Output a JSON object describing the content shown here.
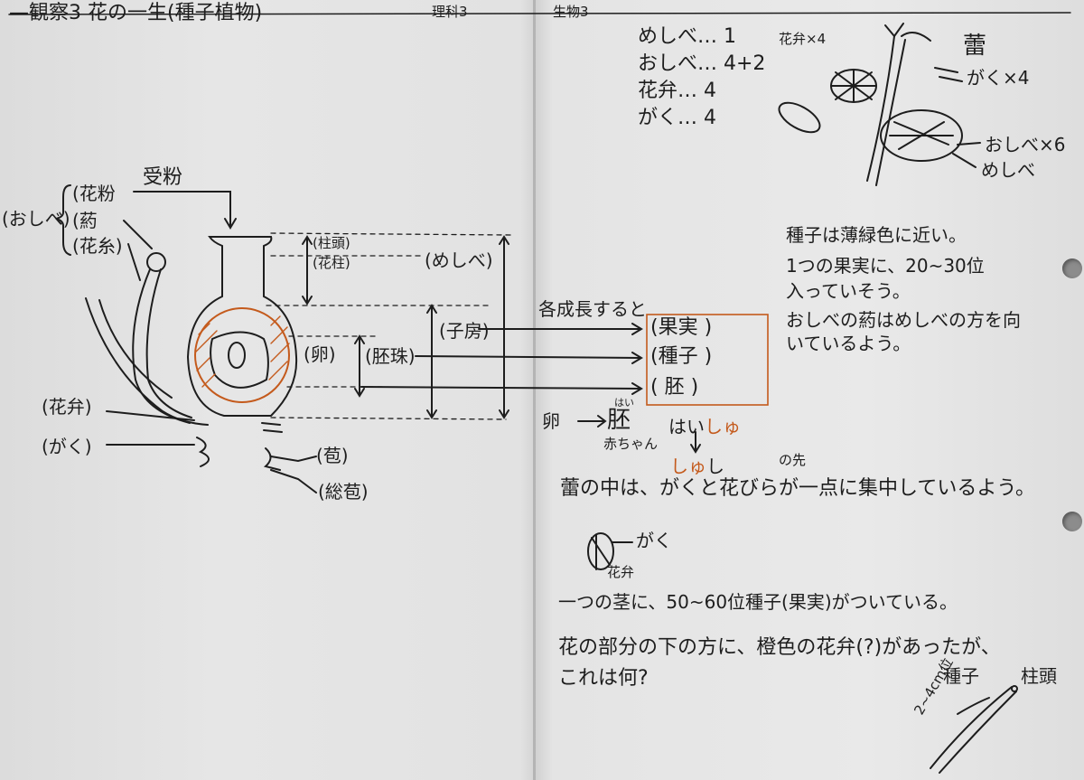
{
  "header": {
    "title": "—観察3 花の一生(種子植物)",
    "subject": "理科3",
    "field": "生物3"
  },
  "diagram": {
    "pollination": "受粉",
    "stamen": "(おしべ)",
    "pollen": "(花粉",
    "anther": "(葯",
    "filament": "(花糸)",
    "stigma": "(柱頭)",
    "style": "(花柱)",
    "pistil": "(めしべ)",
    "ovary": "(子房)",
    "egg": "(卵)",
    "ovule": "(胚珠)",
    "petal": "(花弁)",
    "sepal": "(がく)",
    "bract": "(苞)",
    "involucre": "(総苞)",
    "grows": "各成長すると",
    "fruit": "(果実 )",
    "seed": "(種子 )",
    "embryo": "( 胚 )",
    "egg_to": "卵",
    "embryo_big": "胚",
    "hai_ruby": "はい",
    "baby": "赤ちゃん",
    "haishu_a": "はい",
    "haishu_b": "しゅ",
    "shushi_a": "しゅ",
    "shushi_b": "し"
  },
  "counts": {
    "pistil": "めしべ… 1",
    "stamen": "おしべ… 4+2",
    "petal": "花弁… 4",
    "sepal": "がく… 4"
  },
  "sketch": {
    "petals_label": "花弁×4",
    "bud": "蕾",
    "sepal_label": "がく×4",
    "stamen_label": "おしべ×6",
    "pistil_label": "めしべ"
  },
  "notes": {
    "line1": "種子は薄緑色に近い。",
    "line2": "1つの果実に、20~30位",
    "line3": "入っていそう。",
    "line4": "おしべの葯はめしべの方を向",
    "line5": "いているよう。",
    "tip": "の先",
    "bud_note": "蕾の中は、がくと花びらが一点に集中しているよう。",
    "bud_sepal": "がく",
    "bud_petal": "花弁",
    "stem_note": "一つの茎に、50~60位種子(果実)がついている。",
    "orange_q1": "花の部分の下の方に、橙色の花弁(?)があったが、",
    "orange_q2": "これは何?",
    "seed_label": "種子",
    "stigma_label": "柱頭",
    "size": "2~4cm位"
  },
  "colors": {
    "ink": "#1d1d1d",
    "orange": "#c45a1c"
  }
}
